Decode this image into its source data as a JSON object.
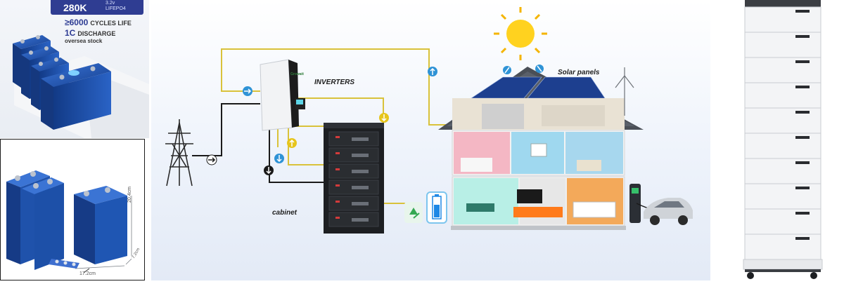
{
  "product": {
    "capacity": "280K",
    "voltage": "3.2v",
    "chemistry": "LIFEPO4",
    "cycles_prefix": "≥",
    "cycles_value": "6000",
    "cycles_text": "CYCLES LIFE",
    "discharge_rate": "1C",
    "discharge_text": "DISCHARGE",
    "stock_note": "oversea stock"
  },
  "dimensions": {
    "height": "20.4cm",
    "width": "17.2cm",
    "depth": "7.2cm"
  },
  "diagram": {
    "inverter_brand": "Growatt",
    "inverters_label": "INVERTERS",
    "solar_label": "Solar panels",
    "cabinet_label": "cabinet"
  },
  "colors": {
    "wire_yellow": "#d9c23a",
    "wire_black": "#1a1a1a",
    "arrow_blue": "#2f93d6",
    "arrow_yellow": "#e6c51c",
    "cell_blue": "#1d4fa8",
    "banner": "#2f3d92",
    "sun": "#ffd21f",
    "roof": "#4a4f57"
  },
  "icons": {
    "sun": "sun-icon",
    "pylon": "power-pylon-icon",
    "recycle": "recycle-icon",
    "battery": "battery-level-icon",
    "car": "electric-car-icon",
    "charger": "ev-charger-icon",
    "wind": "wind-turbine-icon",
    "flow": "flow-arrow-icon"
  }
}
